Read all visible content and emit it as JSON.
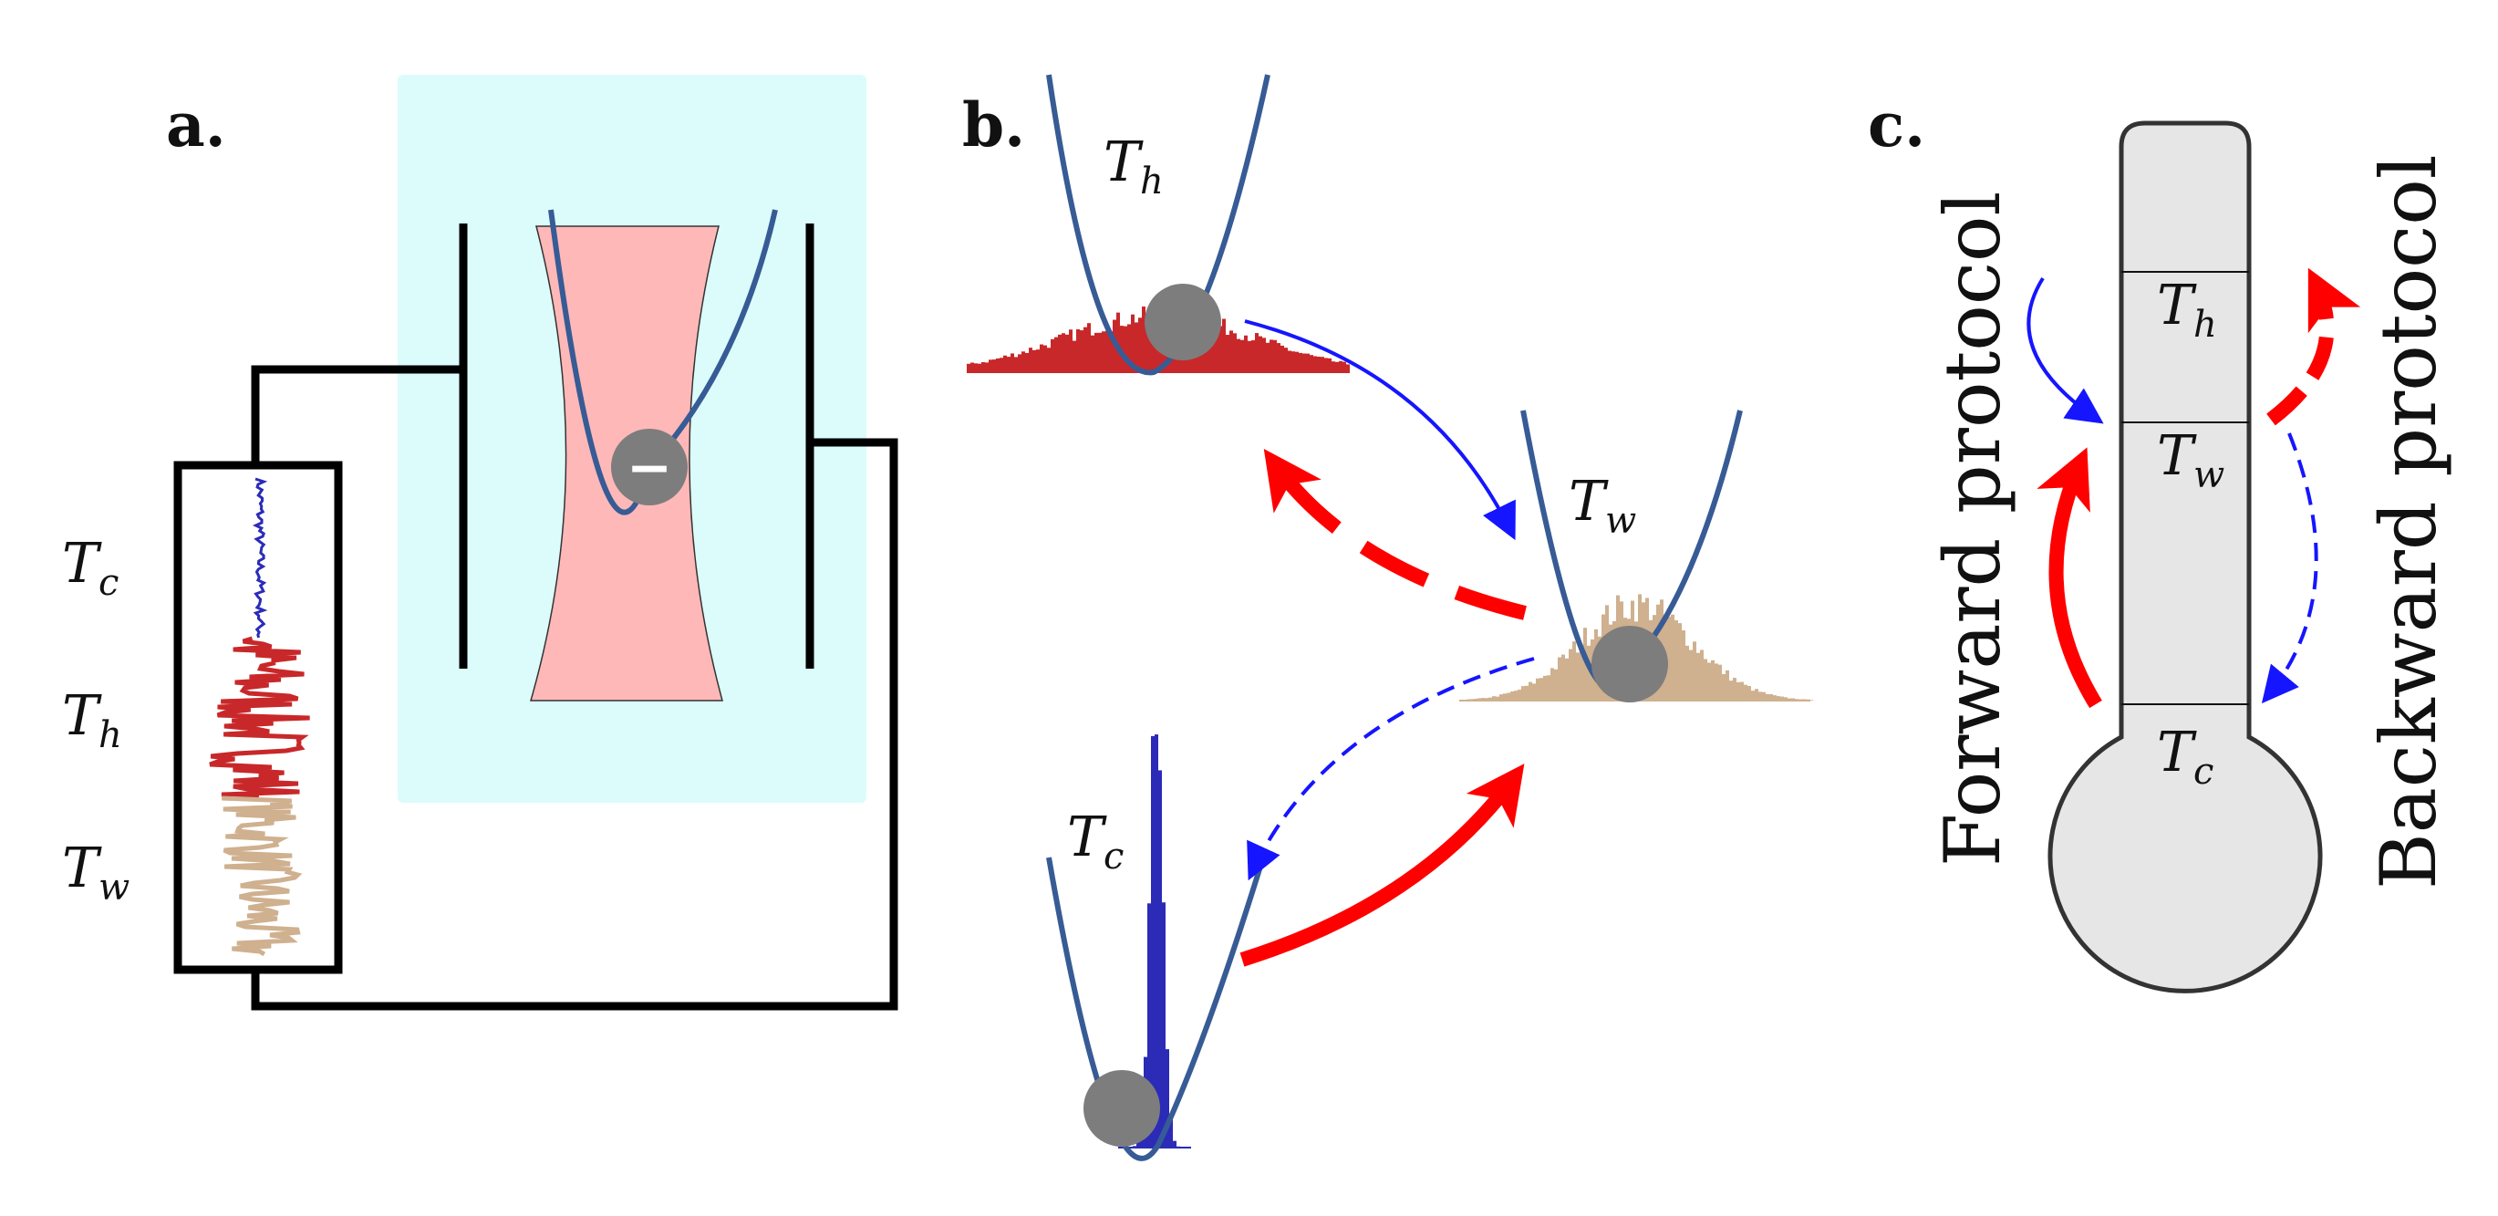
{
  "panels": {
    "a": {
      "label": "a.",
      "temps": [
        {
          "main": "T",
          "sub": "c"
        },
        {
          "main": "T",
          "sub": "h"
        },
        {
          "main": "T",
          "sub": "w"
        }
      ]
    },
    "b": {
      "label": "b.",
      "temps": [
        {
          "main": "T",
          "sub": "h"
        },
        {
          "main": "T",
          "sub": "w"
        },
        {
          "main": "T",
          "sub": "c"
        }
      ]
    },
    "c": {
      "label": "c.",
      "forward_label": "Forward protocol",
      "backward_label": "Backward protocol",
      "levels": [
        {
          "main": "T",
          "sub": "h"
        },
        {
          "main": "T",
          "sub": "w"
        },
        {
          "main": "T",
          "sub": "c"
        }
      ]
    }
  },
  "particle_charge_symbol": "−",
  "colors": {
    "hot": "#c8282a",
    "warm": "#cfb08f",
    "cold": "#2b2bb8",
    "trap": "#375b95",
    "particle": "#7d7d7d",
    "chamber": "#dcfcfc",
    "laser": "#ffb8b8",
    "arrow_forward": "#1515ff",
    "arrow_backward": "#ff0000",
    "thermometer": "#e6e6e6"
  }
}
